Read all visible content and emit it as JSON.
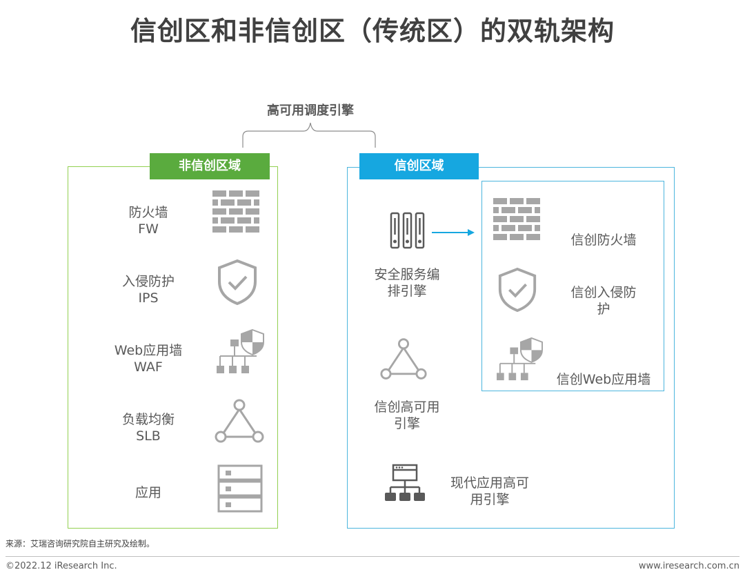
{
  "title": "信创区和非信创区（传统区）的双轨架构",
  "engine": "高可用调度引擎",
  "left_zone": {
    "tag": "非信创区域",
    "items": [
      {
        "line1": "防火墙",
        "line2": "FW",
        "icon": "firewall-icon"
      },
      {
        "line1": "入侵防护",
        "line2": "IPS",
        "icon": "shield-check-icon"
      },
      {
        "line1": "Web应用墙",
        "line2": "WAF",
        "icon": "network-shield-icon"
      },
      {
        "line1": "负载均衡",
        "line2": "SLB",
        "icon": "triangle-nodes-icon"
      },
      {
        "line1": "应用",
        "line2": "",
        "icon": "server-stack-icon"
      }
    ]
  },
  "right_zone": {
    "tag": "信创区域",
    "orchestration": {
      "line1": "安全服务编",
      "line2": "排引擎",
      "icon": "server-racks-icon"
    },
    "ha_engine": {
      "line1": "信创高可用",
      "line2": "引擎",
      "icon": "triangle-nodes-icon"
    },
    "modern_engine": {
      "line1": "现代应用高可",
      "line2": "用引擎",
      "icon": "web-network-icon"
    },
    "inner_items": [
      {
        "line1": "信创防火墙",
        "line2": "",
        "icon": "firewall-icon"
      },
      {
        "line1": "信创入侵防",
        "line2": "护",
        "icon": "shield-check-icon"
      },
      {
        "line1": "信创Web应用墙",
        "line2": "",
        "icon": "network-shield-icon"
      }
    ]
  },
  "colors": {
    "green": "#5aab3e",
    "blue": "#16a7e0",
    "icon_gray": "#a6a6a6"
  },
  "source": "来源：艾瑞咨询研究院自主研究及绘制。",
  "copyright": "©2022.12 iResearch Inc.",
  "website": "www.iresearch.com.cn"
}
